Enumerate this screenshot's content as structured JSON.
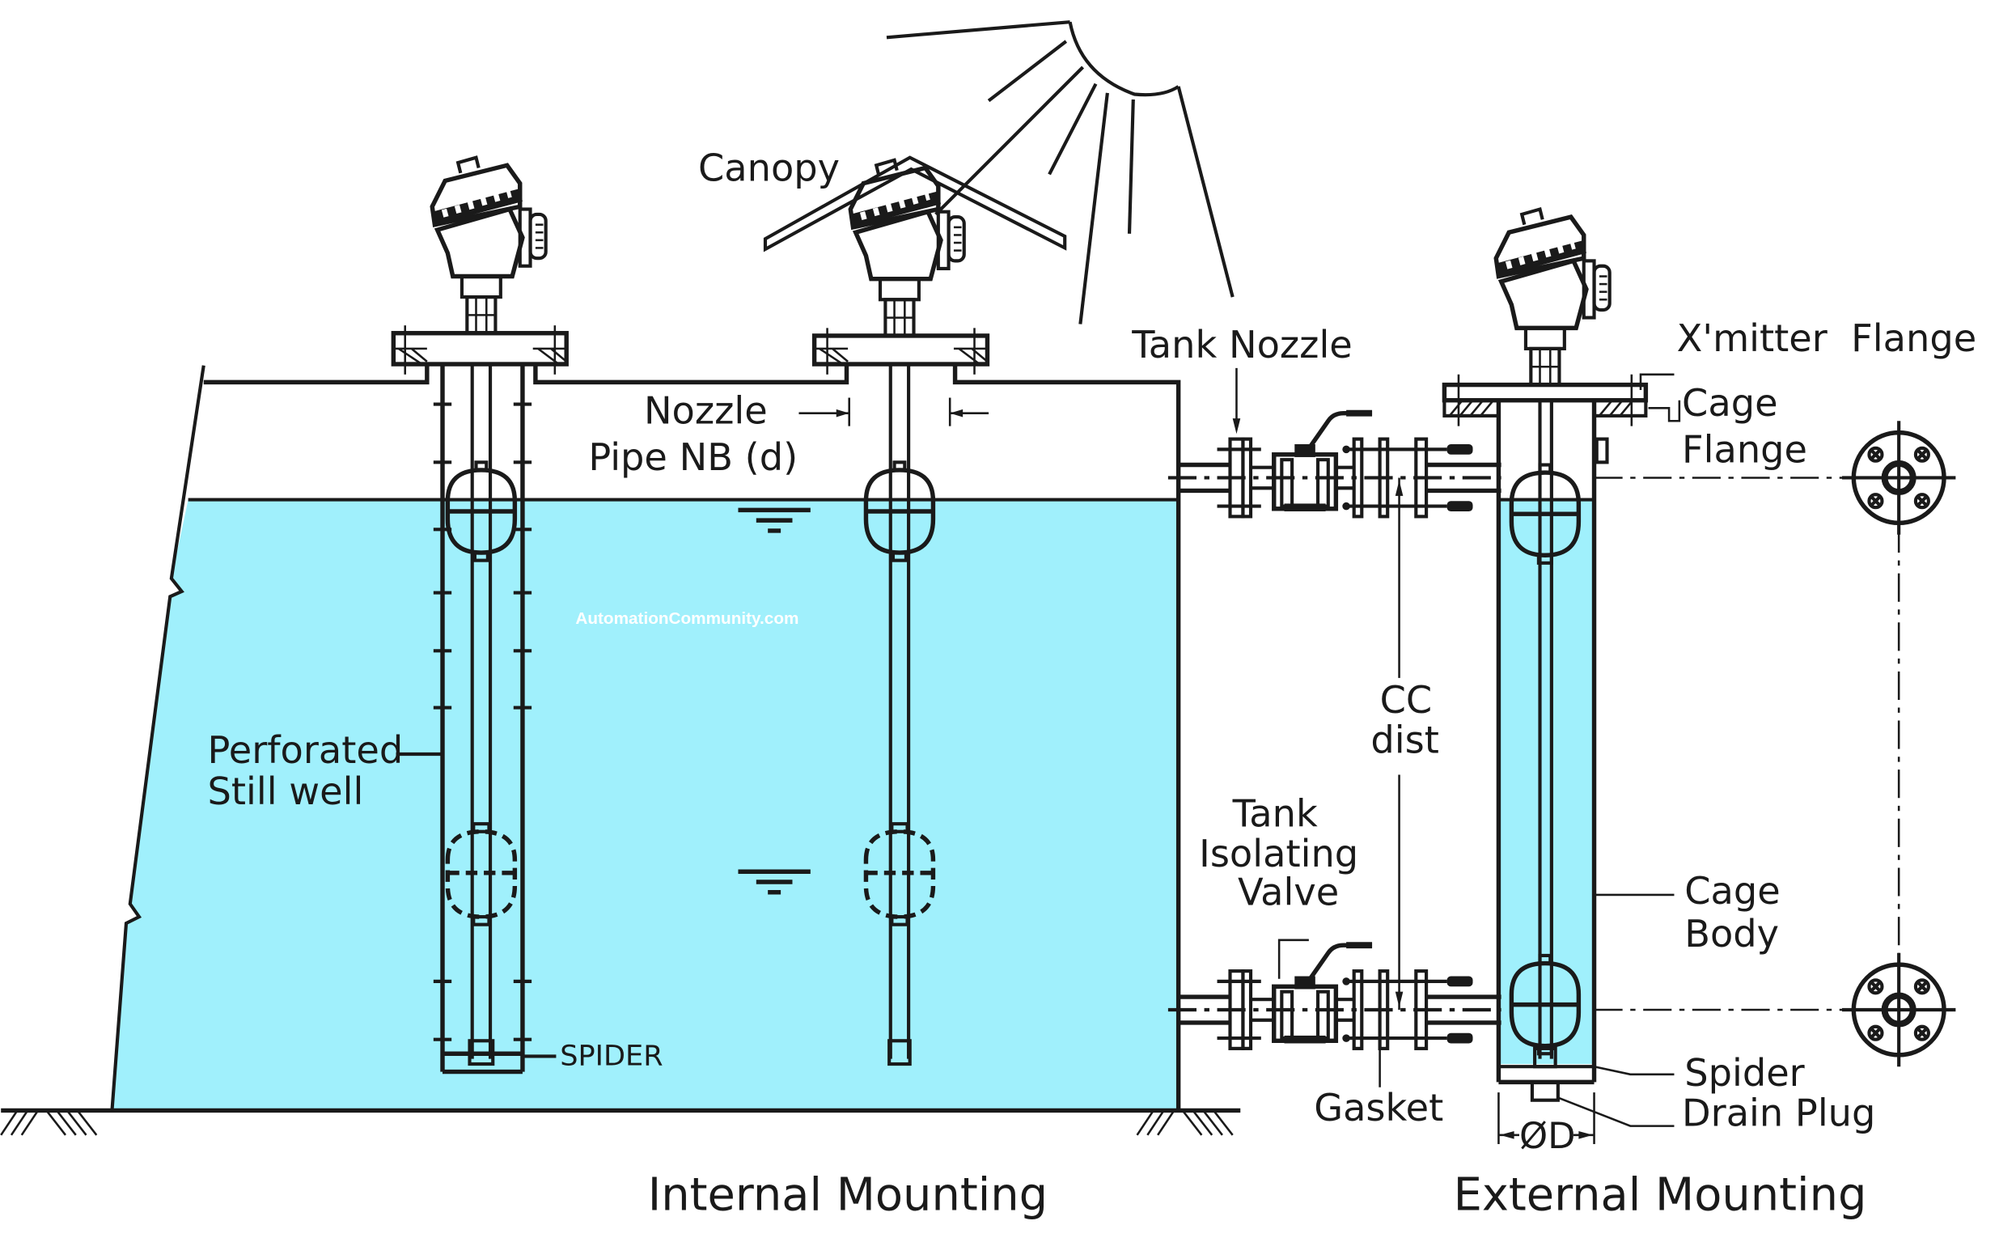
{
  "diagram": {
    "title": "Magnetic float level transmitter mounting arrangements",
    "colors": {
      "liquid": "#A0F0FC",
      "line": "#1a1a1a",
      "watermark": "#ffffff"
    },
    "watermark": "AutomationCommunity.com",
    "sections": {
      "internal": {
        "caption": "Internal Mounting"
      },
      "external": {
        "caption": "External Mounting"
      }
    },
    "labels": {
      "canopy": "Canopy",
      "nozzle_line1": "Nozzle",
      "nozzle_line2": "Pipe NB (d)",
      "perforated_line1": "Perforated",
      "perforated_line2": "Still well",
      "spider_internal": "SPIDER",
      "tank_nozzle": "Tank Nozzle",
      "xmitter_flange": "X'mitter  Flange",
      "cage_flange_line1": "Cage",
      "cage_flange_line2": "Flange",
      "cc_dist_line1": "CC",
      "cc_dist_line2": "dist",
      "isolating_line1": "Tank",
      "isolating_line2": "Isolating",
      "isolating_line3": "Valve",
      "cage_body_line1": "Cage",
      "cage_body_line2": "Body",
      "spider_external": "Spider",
      "drain_plug": "Drain Plug",
      "gasket": "Gasket",
      "od": "ØD"
    },
    "icons": [
      "sun-icon",
      "canopy-icon",
      "transmitter-head-icon",
      "liquid-level-symbol-icon",
      "ball-valve-icon",
      "flange-end-view-icon",
      "ground-hatch-icon"
    ]
  }
}
